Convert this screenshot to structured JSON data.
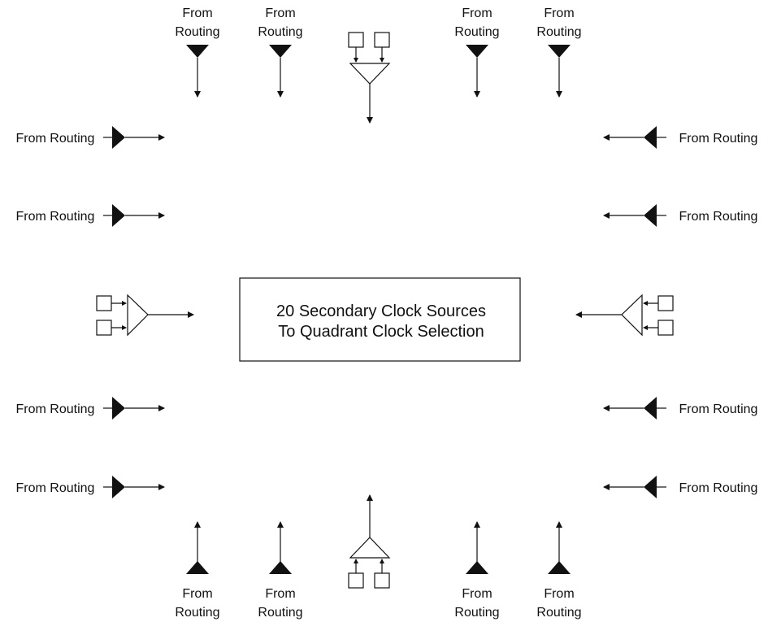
{
  "diagram": {
    "center_box": {
      "line1": "20 Secondary Clock Sources",
      "line2": "To Quadrant Clock Selection"
    },
    "source_label": "From Routing",
    "source_label_top": "From",
    "source_label_bottom": "Routing",
    "colors": {
      "stroke": "#111111",
      "fill": "#111111",
      "background": "#ffffff"
    }
  }
}
